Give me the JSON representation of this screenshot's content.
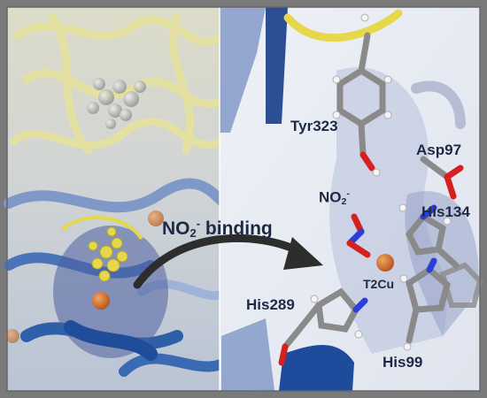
{
  "figure": {
    "binding_label": {
      "prefix": "NO",
      "subscript": "2",
      "superscript": "-",
      "suffix": " binding"
    },
    "residues": {
      "tyr": "Tyr323",
      "asp": "Asp97",
      "his134": "His134",
      "his289": "His289",
      "his99": "His99",
      "t2cu": "T2Cu"
    },
    "nitrite_label": {
      "prefix": "NO",
      "subscript": "2",
      "superscript": "-"
    }
  },
  "colors": {
    "frame": "#7a7a7a",
    "protein_blue": "#2e5fa8",
    "protein_yellow": "#e8e070",
    "ligand_yellow": "#e6d84a",
    "copper": "#c8661e",
    "label": "#1d2a44",
    "arrow": "#2d2d2d",
    "nitrogen": "#2b3fd8",
    "oxygen": "#d62020"
  }
}
